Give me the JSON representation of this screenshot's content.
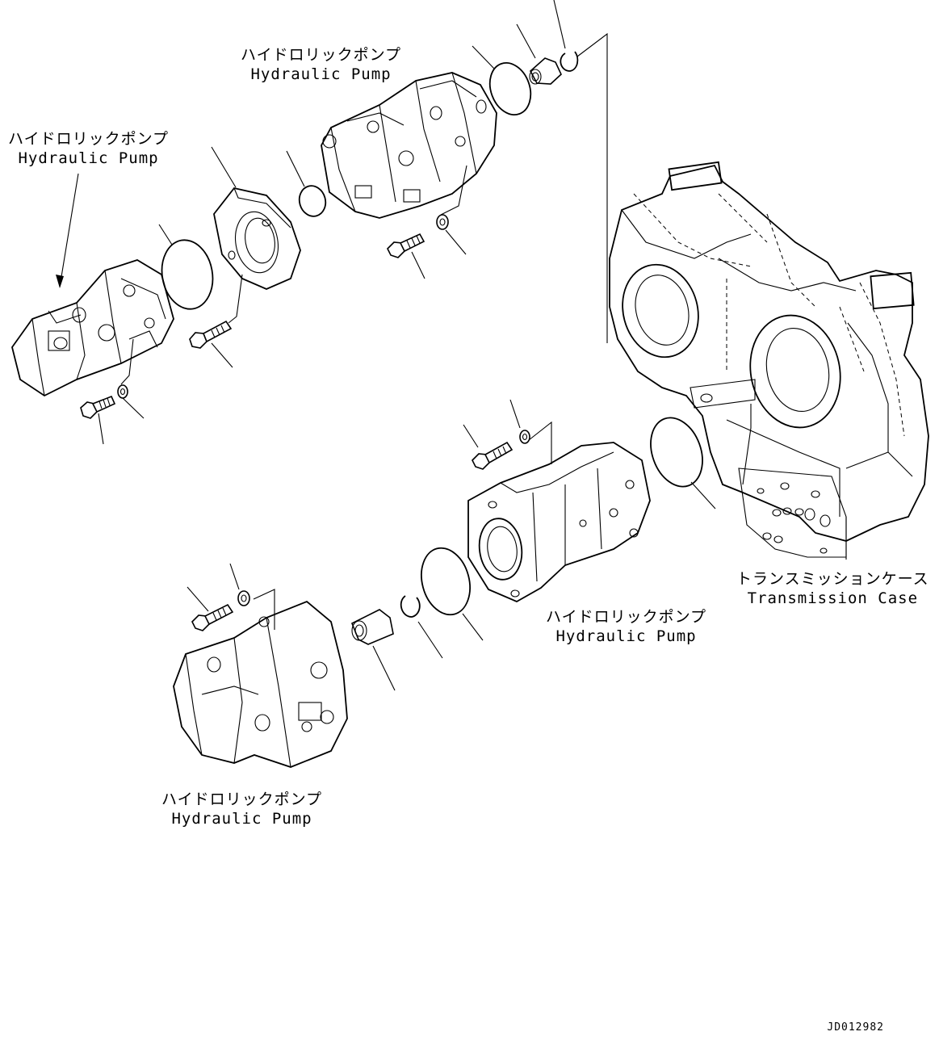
{
  "labels": {
    "pump_upper": {
      "jp": "ハイドロリックポンプ",
      "en": "Hydraulic Pump"
    },
    "pump_left": {
      "jp": "ハイドロリックポンプ",
      "en": "Hydraulic Pump"
    },
    "pump_middle": {
      "jp": "ハイドロリックポンプ",
      "en": "Hydraulic Pump"
    },
    "pump_lower": {
      "jp": "ハイドロリックポンプ",
      "en": "Hydraulic Pump"
    },
    "transmission_case": {
      "jp": "トランスミッションケース",
      "en": "Transmission Case"
    }
  },
  "document_id": "JD012982"
}
